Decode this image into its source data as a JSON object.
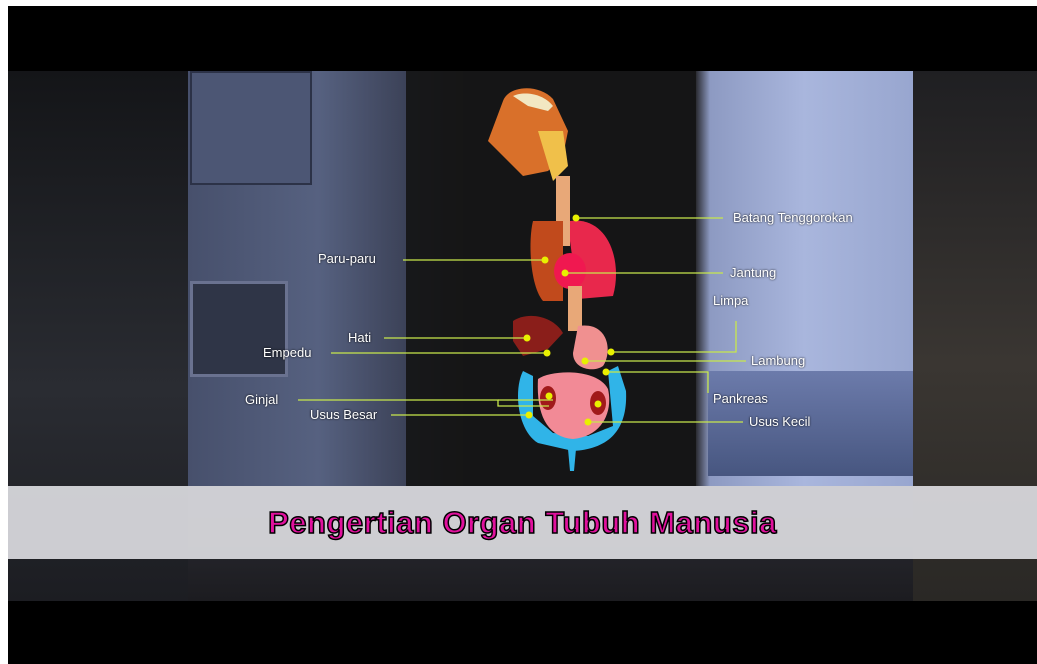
{
  "labels": {
    "batang_tenggorokan": "Batang Tenggorokan",
    "paru_paru": "Paru-paru",
    "jantung": "Jantung",
    "limpa": "Limpa",
    "hati": "Hati",
    "empedu": "Empedu",
    "lambung": "Lambung",
    "pankreas": "Pankreas",
    "ginjal": "Ginjal",
    "usus_besar": "Usus Besar",
    "usus_kecil": "Usus Kecil"
  },
  "banner": {
    "title": "Pengertian Organ Tubuh Manusia"
  },
  "colors": {
    "leader_line": "#c8e84c",
    "title_text": "#e0119d",
    "banner_bg": "#dcdce1"
  }
}
